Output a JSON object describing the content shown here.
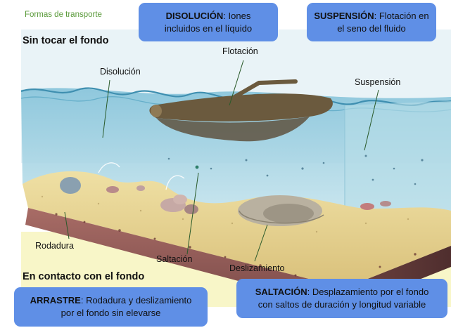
{
  "section_label": "Formas de transporte",
  "heading_top": "Sin tocar el fondo",
  "heading_bottom": "En contacto con el fondo",
  "boxes": {
    "disolucion": {
      "term": "DISOLUCIÓN",
      "line1": ": Iones",
      "line2": "incluidos en el líquido"
    },
    "suspension": {
      "term": "SUSPENSIÓN",
      "line1": ": Flotación en",
      "line2": "el seno del fluido"
    },
    "arrastre": {
      "term": "ARRASTRE",
      "line1": ": Rodadura y deslizamiento",
      "line2": "por el fondo sin elevarse"
    },
    "saltacion": {
      "term": "SALTACIÓN",
      "line1": ": Desplazamiento por el fondo",
      "line2": "con saltos de duración y longitud variable"
    }
  },
  "labels": {
    "flotacion": "Flotación",
    "disolucion": "Disolución",
    "suspension": "Suspensión",
    "rodadura": "Rodadura",
    "saltacion": "Saltación",
    "deslizamiento": "Deslizamiento"
  },
  "colors": {
    "box": "#5f8fe6",
    "water": "#9fd0e0",
    "sediment": "#e6d48f",
    "bank": "#8a5a5a",
    "log": "#6b5a3e"
  }
}
